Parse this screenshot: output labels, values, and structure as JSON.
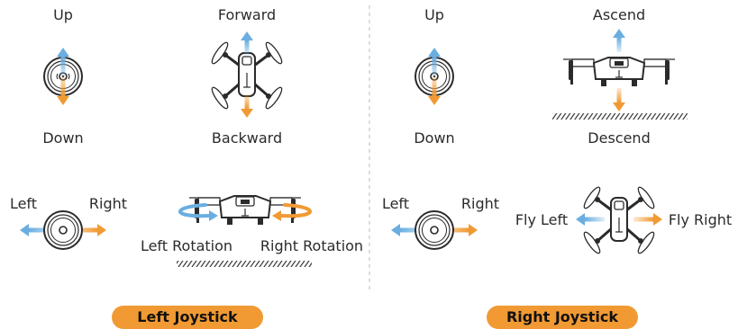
{
  "left_panel": {
    "up": "Up",
    "down": "Down",
    "forward": "Forward",
    "backward": "Backward",
    "left": "Left",
    "right": "Right",
    "left_rotation": "Left Rotation",
    "right_rotation": "Right Rotation",
    "badge": "Left Joystick"
  },
  "right_panel": {
    "up": "Up",
    "down": "Down",
    "ascend": "Ascend",
    "descend": "Descend",
    "left": "Left",
    "right": "Right",
    "fly_left": "Fly Left",
    "fly_right": "Fly Right",
    "badge": "Right Joystick"
  },
  "colors": {
    "blue_arrow": "#6aaee0",
    "orange_arrow": "#f19a33",
    "badge_bg": "#f19a33",
    "line": "#2b2b2b",
    "divider": "#bbbbbb"
  }
}
